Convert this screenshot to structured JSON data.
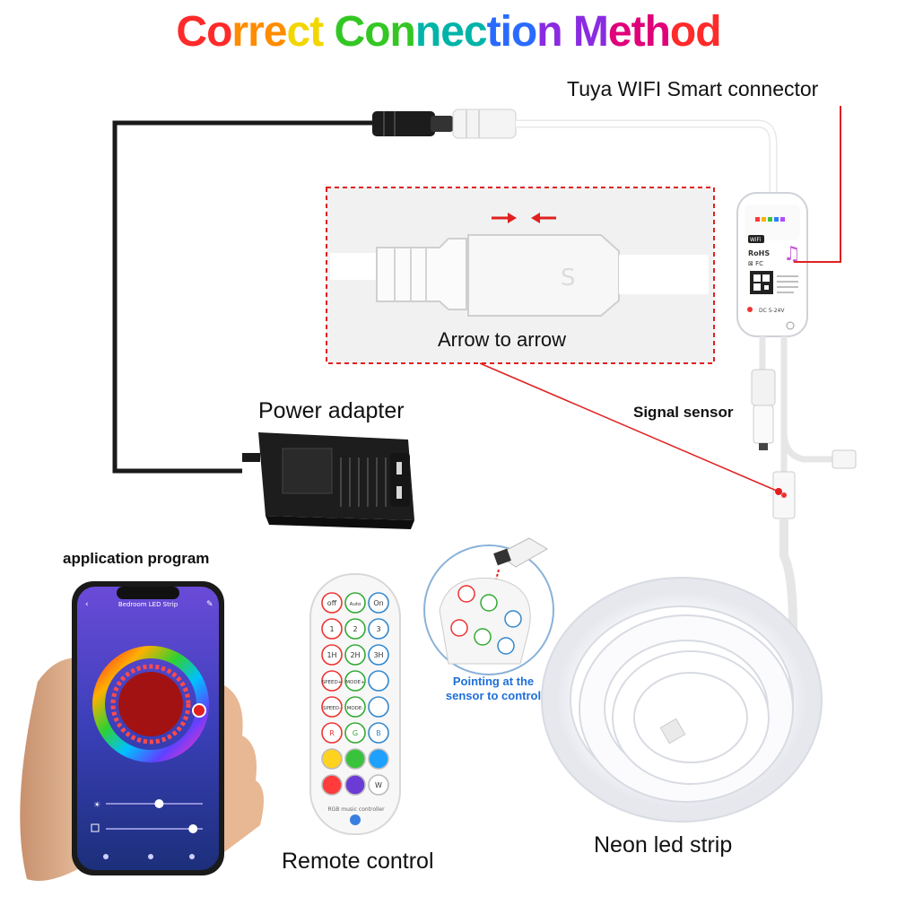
{
  "title": {
    "text": "Correct Connection Method",
    "gradient_colors": [
      "#ff2a2a",
      "#ff8c00",
      "#f2d600",
      "#34c724",
      "#00b4a8",
      "#2a6bff",
      "#8a2be2",
      "#e0007a",
      "#ff2a2a"
    ]
  },
  "labels": {
    "connector": "Tuya WIFI Smart connector",
    "arrow_to_arrow": "Arrow to arrow",
    "power_adapter": "Power adapter",
    "signal_sensor": "Signal sensor",
    "application_program": "application program",
    "pointing_hint": "Pointing at the sensor to control",
    "remote_control": "Remote control",
    "neon_strip": "Neon led strip"
  },
  "phone": {
    "header": "Bedroom LED Strip",
    "brightness_pct": 0.55,
    "speed_pct": 0.9
  },
  "remote": {
    "brand": "RGB music controller",
    "rows": [
      [
        "off",
        "Auto",
        "On"
      ],
      [
        "1",
        "2",
        "3"
      ],
      [
        "1H",
        "2H",
        "3H"
      ],
      [
        "SPEED+",
        "MODE+",
        ""
      ],
      [
        "SPEED-",
        "MODE-",
        ""
      ],
      [
        "R",
        "G",
        "B"
      ],
      [
        "",
        "",
        ""
      ],
      [
        "",
        "",
        "W"
      ]
    ]
  },
  "colors": {
    "callout_red": "#e02020",
    "hint_blue": "#1e6fd9",
    "cable_black": "#1a1a1a"
  }
}
